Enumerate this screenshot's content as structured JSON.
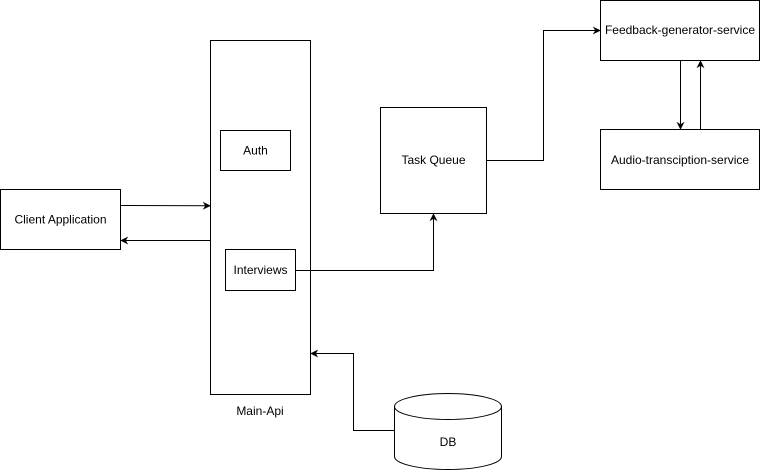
{
  "diagram": {
    "nodes": {
      "client_application": "Client Application",
      "main_api": "Main-Api",
      "auth": "Auth",
      "interviews": "Interviews",
      "task_queue": "Task Queue",
      "feedback_generator_service": "Feedback-generator-service",
      "audio_transcription_service": "Audio-transciption-service",
      "db": "DB"
    },
    "edges": [
      {
        "from": "Client Application",
        "to": "Main-Api"
      },
      {
        "from": "Main-Api",
        "to": "Client Application"
      },
      {
        "from": "Interviews",
        "to": "Task Queue"
      },
      {
        "from": "Task Queue",
        "to": "Feedback-generator-service"
      },
      {
        "from": "Feedback-generator-service",
        "to": "Audio-transciption-service"
      },
      {
        "from": "Audio-transciption-service",
        "to": "Feedback-generator-service"
      },
      {
        "from": "DB",
        "to": "Main-Api"
      }
    ]
  },
  "colors": {
    "stroke": "#000000",
    "fill": "#ffffff",
    "background": "#ffffff"
  }
}
